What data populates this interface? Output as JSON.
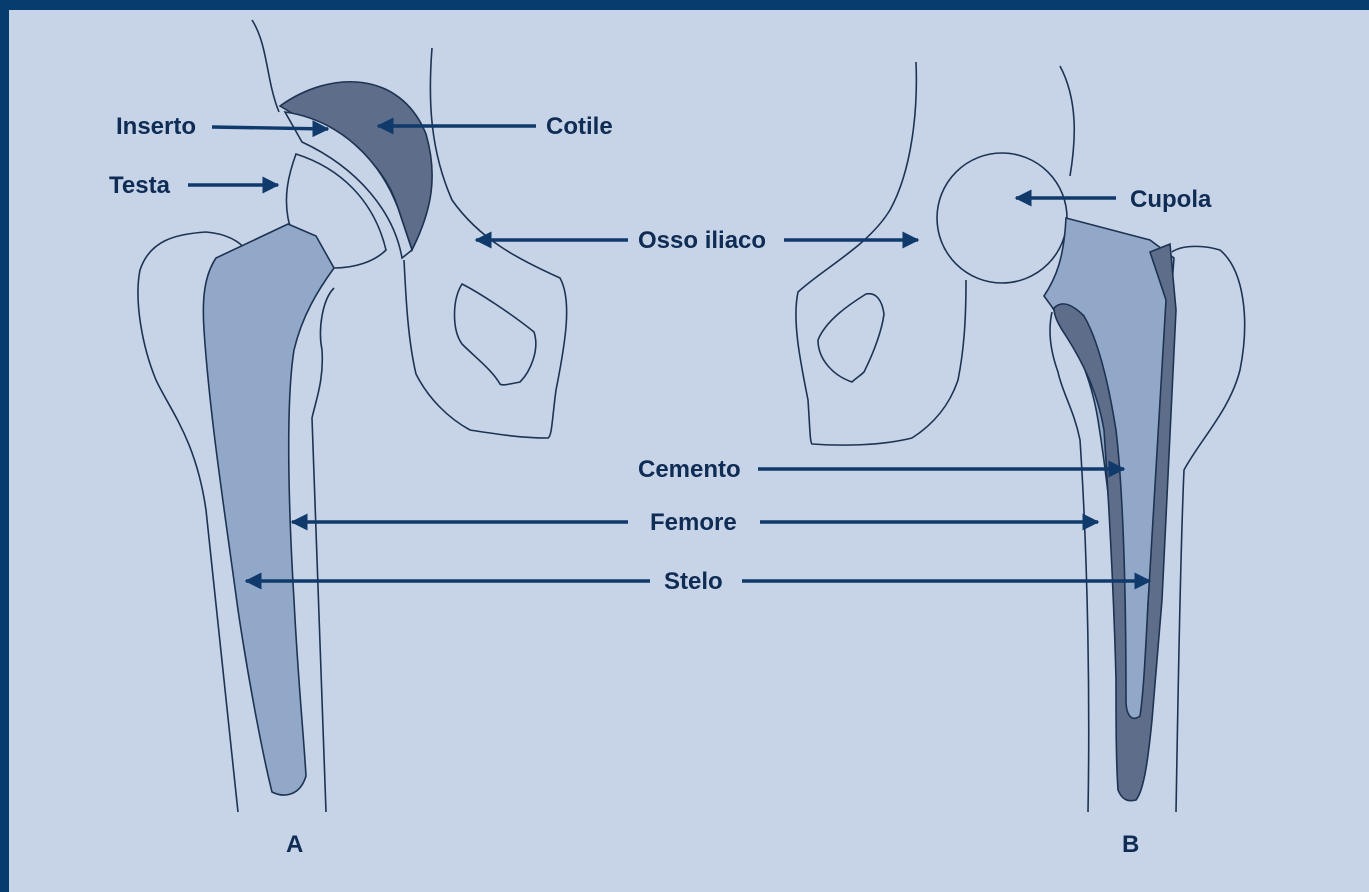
{
  "colors": {
    "frame": "#073c6e",
    "background": "#c7d3e7",
    "stem_fill": "#92a8c8",
    "dark_fill": "#5e6d8a",
    "outline": "#1d3352",
    "text": "#0f2c55",
    "arrow": "#0f3a6b"
  },
  "labels": {
    "inserto": "Inserto",
    "cotile": "Cotile",
    "testa": "Testa",
    "osso_iliaco": "Osso iliaco",
    "cupola": "Cupola",
    "cemento": "Cemento",
    "femore": "Femore",
    "stelo": "Stelo",
    "panel_a": "A",
    "panel_b": "B"
  }
}
